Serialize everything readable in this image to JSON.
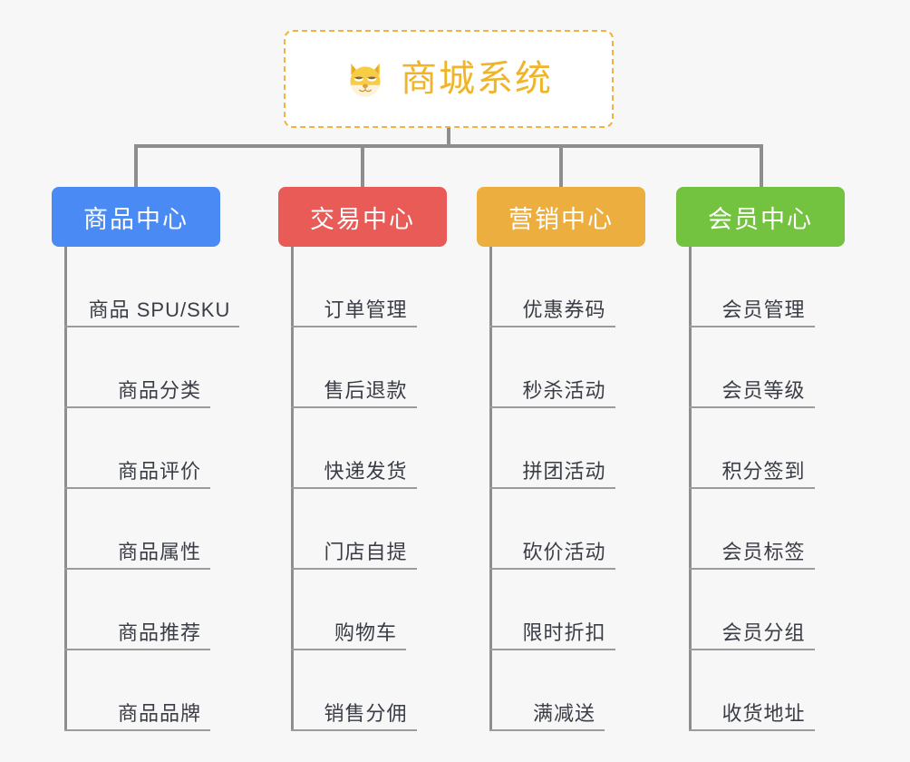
{
  "diagram": {
    "background_color": "#f7f7f7",
    "root": {
      "title": "商城系统",
      "icon": "shiba-dog-icon",
      "border_color": "#f2b33d",
      "text_color": "#f0b429"
    },
    "connector_color": "#8e8e8e",
    "leaf_text_color": "#3a3d45",
    "leaf_underline_color": "#9b9b9b",
    "columns": [
      {
        "title": "商品中心",
        "color": "#4a8af4",
        "items": [
          "商品 SPU/SKU",
          "商品分类",
          "商品评价",
          "商品属性",
          "商品推荐",
          "商品品牌"
        ]
      },
      {
        "title": "交易中心",
        "color": "#e85b57",
        "items": [
          "订单管理",
          "售后退款",
          "快递发货",
          "门店自提",
          "购物车",
          "销售分佣"
        ]
      },
      {
        "title": "营销中心",
        "color": "#edae40",
        "items": [
          "优惠券码",
          "秒杀活动",
          "拼团活动",
          "砍价活动",
          "限时折扣",
          "满减送"
        ]
      },
      {
        "title": "会员中心",
        "color": "#73c340",
        "items": [
          "会员管理",
          "会员等级",
          "积分签到",
          "会员标签",
          "会员分组",
          "收货地址"
        ]
      }
    ]
  }
}
